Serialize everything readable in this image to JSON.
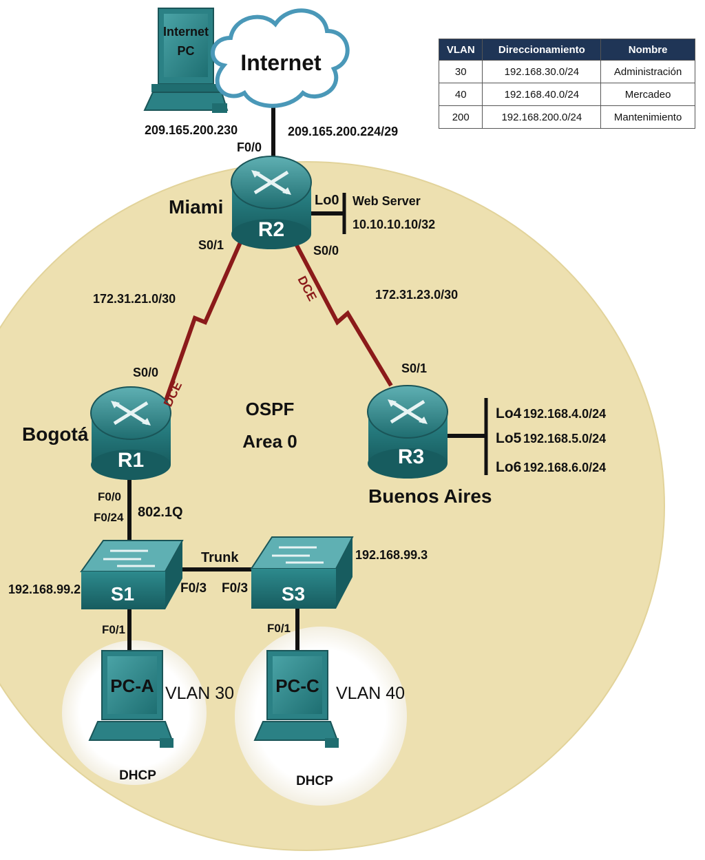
{
  "vlan_table": {
    "headers": [
      "VLAN",
      "Direccionamiento",
      "Nombre"
    ],
    "rows": [
      [
        "30",
        "192.168.30.0/24",
        "Administración"
      ],
      [
        "40",
        "192.168.40.0/24",
        "Mercadeo"
      ],
      [
        "200",
        "192.168.200.0/24",
        "Mantenimiento"
      ]
    ]
  },
  "internet": {
    "cloud_label": "Internet",
    "pc_label_line1": "Internet",
    "pc_label_line2": "PC",
    "pc_ip": "209.165.200.230",
    "network": "209.165.200.224/29"
  },
  "r2": {
    "name": "R2",
    "location": "Miami",
    "f00": "F0/0",
    "s01": "S0/1",
    "s00": "S0/0",
    "lo0": "Lo0",
    "webserver_label": "Web Server",
    "webserver_ip": "10.10.10.10/32"
  },
  "links": {
    "r1_r2_net": "172.31.21.0/30",
    "r2_r3_net": "172.31.23.0/30",
    "dce_r2": "DCE",
    "dce_r1": "DCE",
    "trunk": "Trunk",
    "dot1q": "802.1Q"
  },
  "ospf": {
    "line1": "OSPF",
    "line2": "Area 0"
  },
  "r1": {
    "name": "R1",
    "location": "Bogotá",
    "s00": "S0/0",
    "f00": "F0/0"
  },
  "r3": {
    "name": "R3",
    "location": "Buenos Aires",
    "s01": "S0/1",
    "loopbacks": [
      {
        "if": "Lo4",
        "net": "192.168.4.0/24"
      },
      {
        "if": "Lo5",
        "net": "192.168.5.0/24"
      },
      {
        "if": "Lo6",
        "net": "192.168.6.0/24"
      }
    ]
  },
  "s1": {
    "name": "S1",
    "ip": "192.168.99.2",
    "f024": "F0/24",
    "f03": "F0/3",
    "f01": "F0/1"
  },
  "s3": {
    "name": "S3",
    "ip": "192.168.99.3",
    "f03": "F0/3",
    "f01": "F0/1"
  },
  "pca": {
    "name": "PC-A",
    "vlan": "VLAN 30",
    "addr": "DHCP"
  },
  "pcc": {
    "name": "PC-C",
    "vlan": "VLAN 40",
    "addr": "DHCP"
  },
  "colors": {
    "ospf_area": "#ede0b0",
    "serial_link": "#8b1a1a",
    "device_teal": "#2a7f82",
    "table_header": "#1f3556"
  }
}
